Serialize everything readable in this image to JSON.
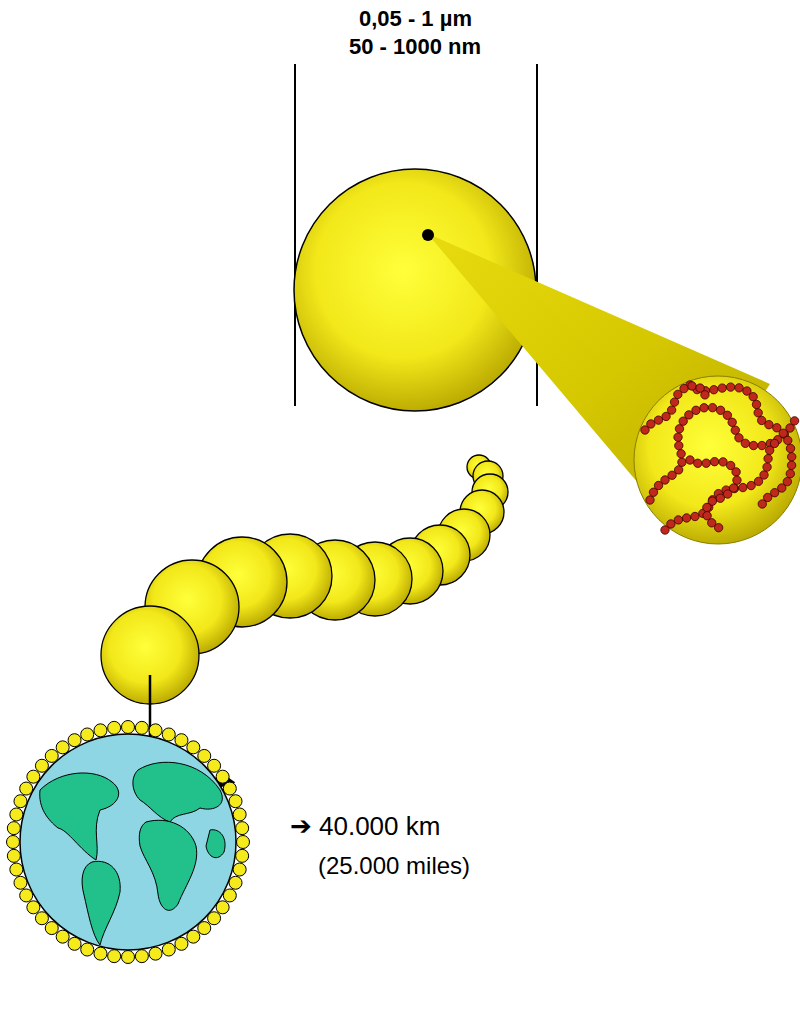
{
  "diagram": {
    "labels": [
      "0,05 - 1 µm",
      "50 - 1000 nm",
      "➔ 40.000 km",
      "(25.000 miles)"
    ]
  }
}
